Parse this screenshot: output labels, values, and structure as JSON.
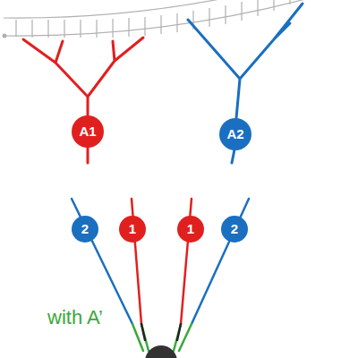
{
  "diagram": {
    "nodes": [
      {
        "text": [
          "A1"
        ]
      },
      {
        "text": [
          "A2"
        ]
      },
      {
        "text": [
          "2"
        ]
      },
      {
        "text": [
          "1"
        ]
      },
      {
        "text": [
          "1"
        ]
      },
      {
        "text": [
          "2"
        ]
      }
    ],
    "labels": [
      "with A’"
    ]
  }
}
